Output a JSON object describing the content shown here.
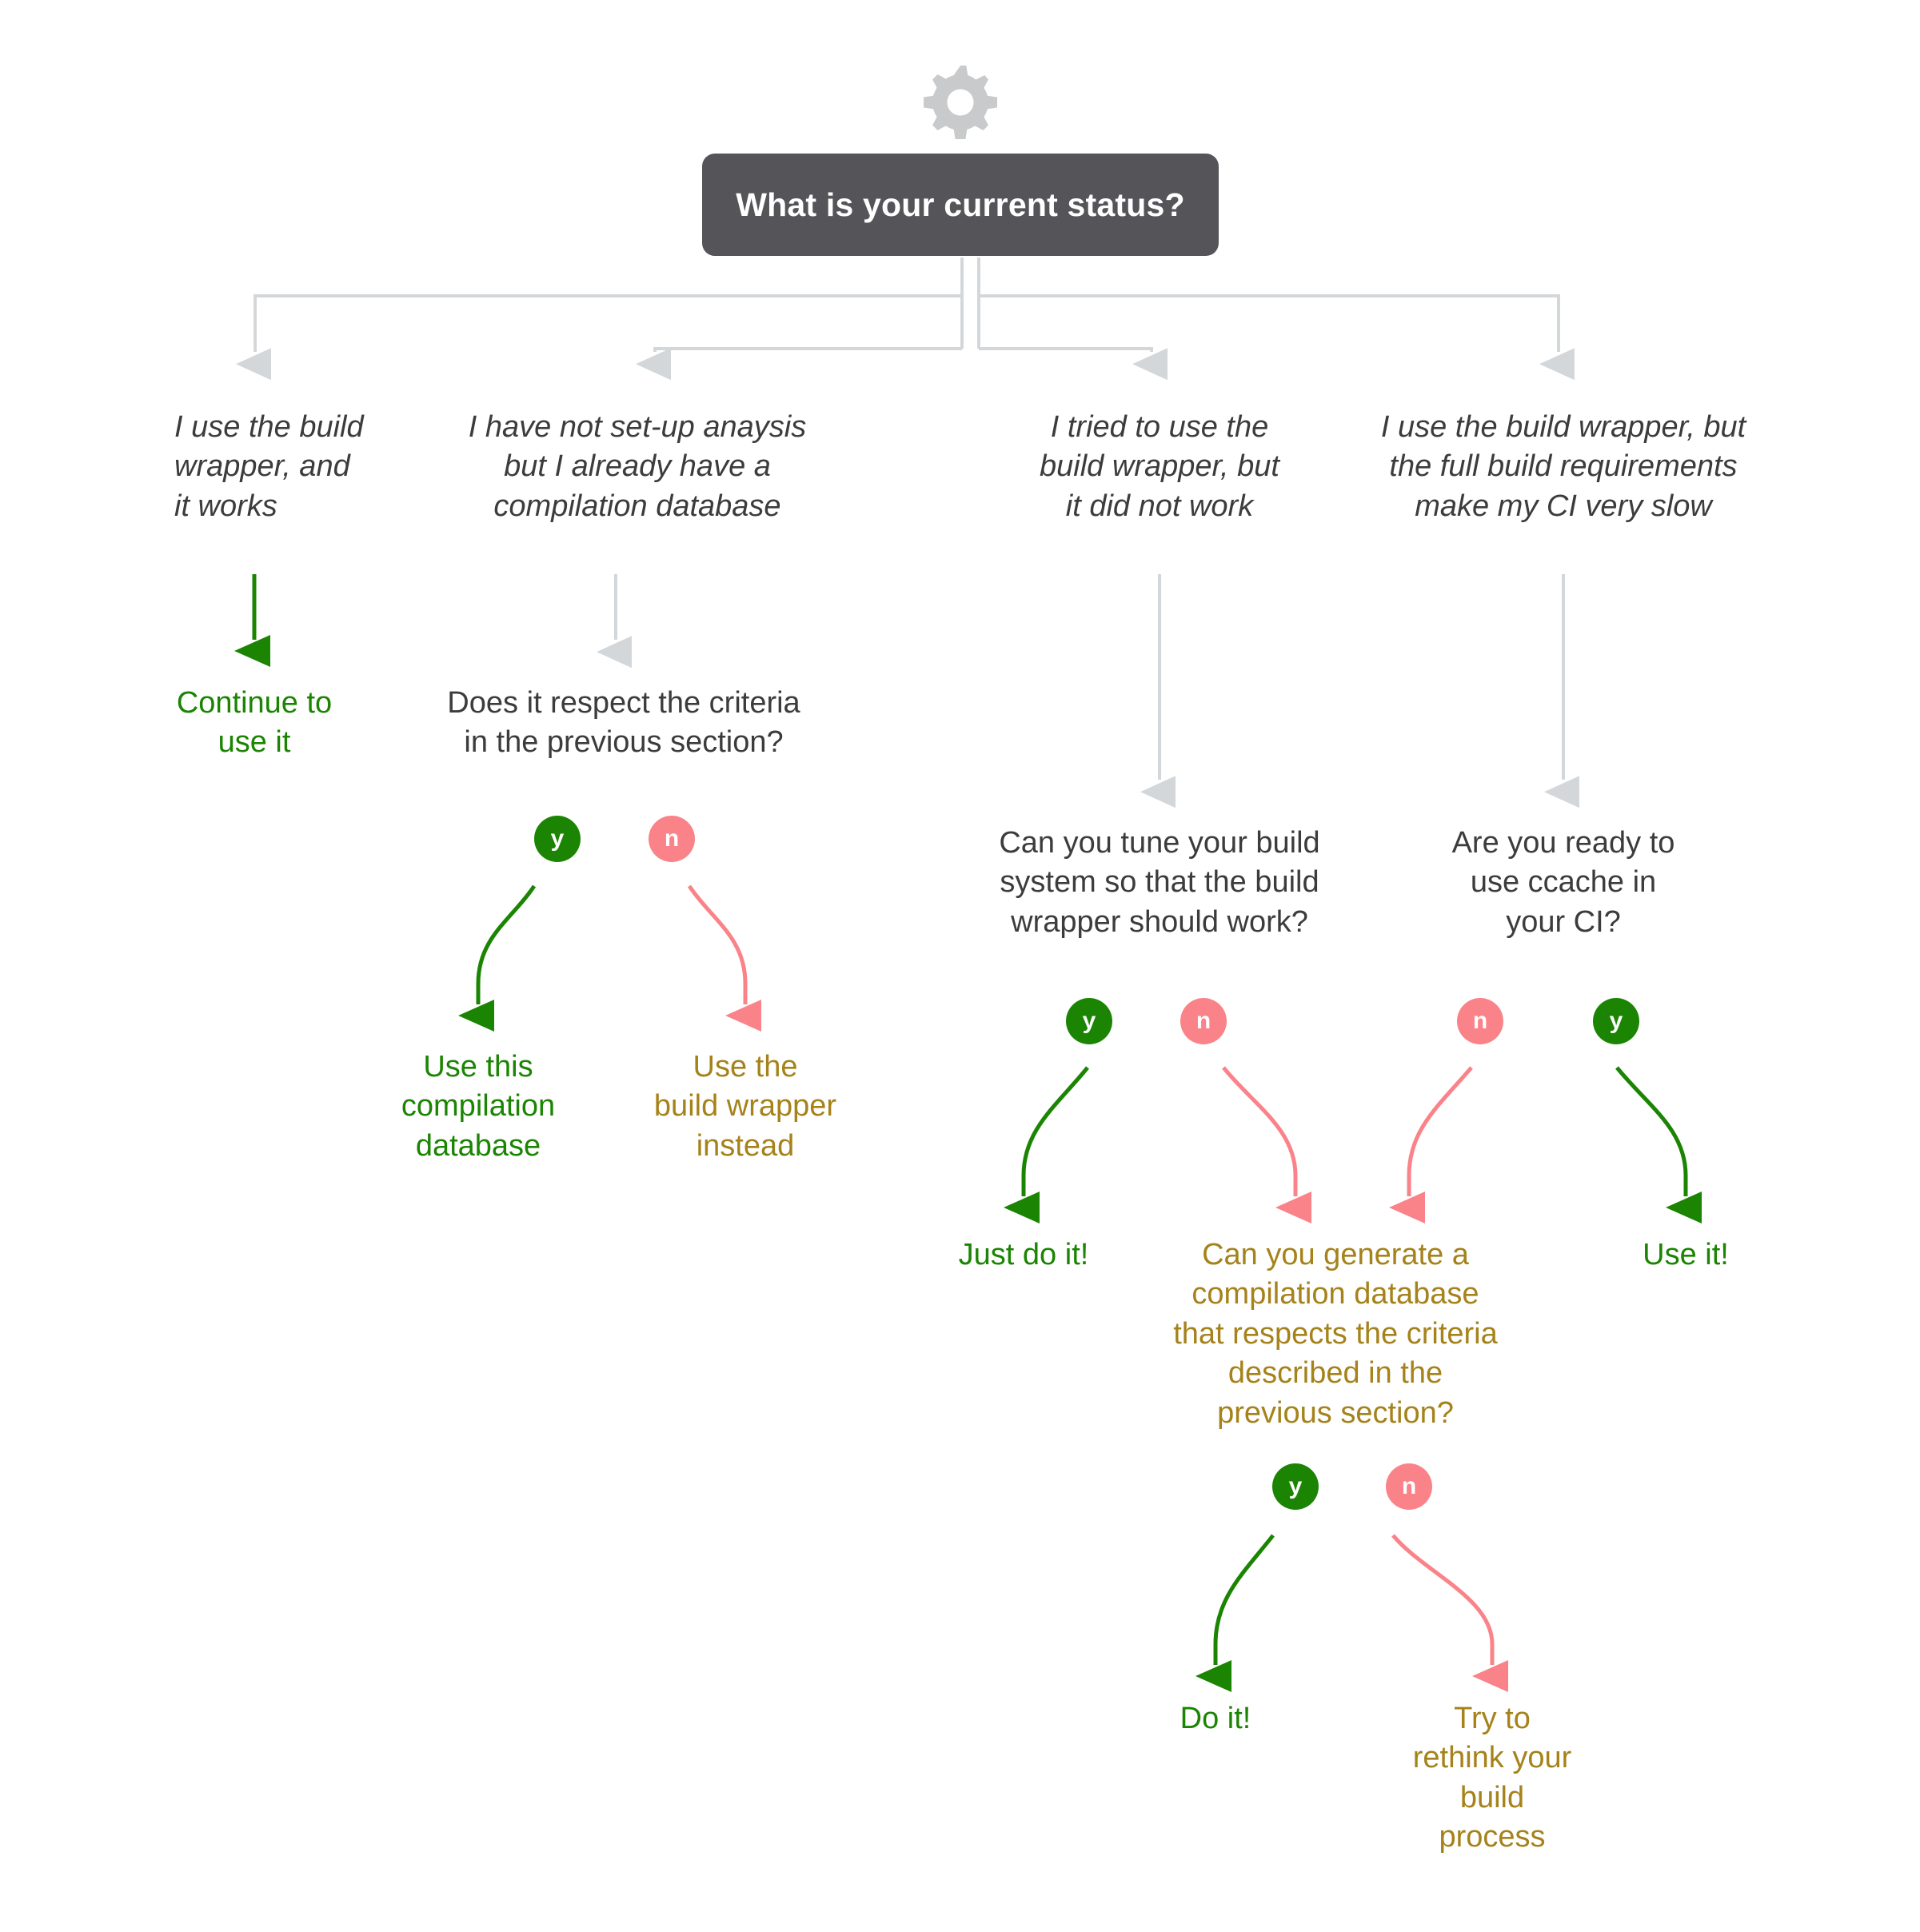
{
  "diagram": {
    "title_icon": "gear-icon",
    "root": {
      "label": "What is your current status?"
    },
    "colors": {
      "root_bg": "#555559",
      "root_text": "#ffffff",
      "yes": "#1b8503",
      "no": "#fa8389",
      "gold": "#a5821a",
      "wire": "#d4d7da",
      "text": "#3c3c3c"
    },
    "branches": [
      {
        "label": "I use the build\nwrapper, and\nit works"
      },
      {
        "label": "I have not set-up anaysis\nbut I already have a\ncompilation database"
      },
      {
        "label": "I tried to use the\nbuild wrapper, but\nit did not work"
      },
      {
        "label": "I use the build wrapper, but\nthe full build requirements\nmake my CI very slow"
      }
    ],
    "nodes": {
      "continue_use_it": "Continue to\nuse it",
      "respect_criteria": "Does it respect the criteria\nin the previous section?",
      "use_this_compilation_database": "Use this\ncompilation\ndatabase",
      "use_build_wrapper_instead": "Use the\nbuild wrapper\ninstead",
      "tune_build_system": "Can you tune your build\nsystem so that the build\nwrapper should work?",
      "ready_ccache": "Are you ready to\nuse ccache in\nyour CI?",
      "just_do_it": "Just do it!",
      "generate_compilation_database": "Can you generate a\ncompilation database\nthat respects the criteria\ndescribed in the\nprevious section?",
      "use_it": "Use it!",
      "do_it": "Do it!",
      "rethink_build_process": "Try to\nrethink your\nbuild\nprocess"
    },
    "badges": {
      "yes": "y",
      "no": "n"
    }
  }
}
